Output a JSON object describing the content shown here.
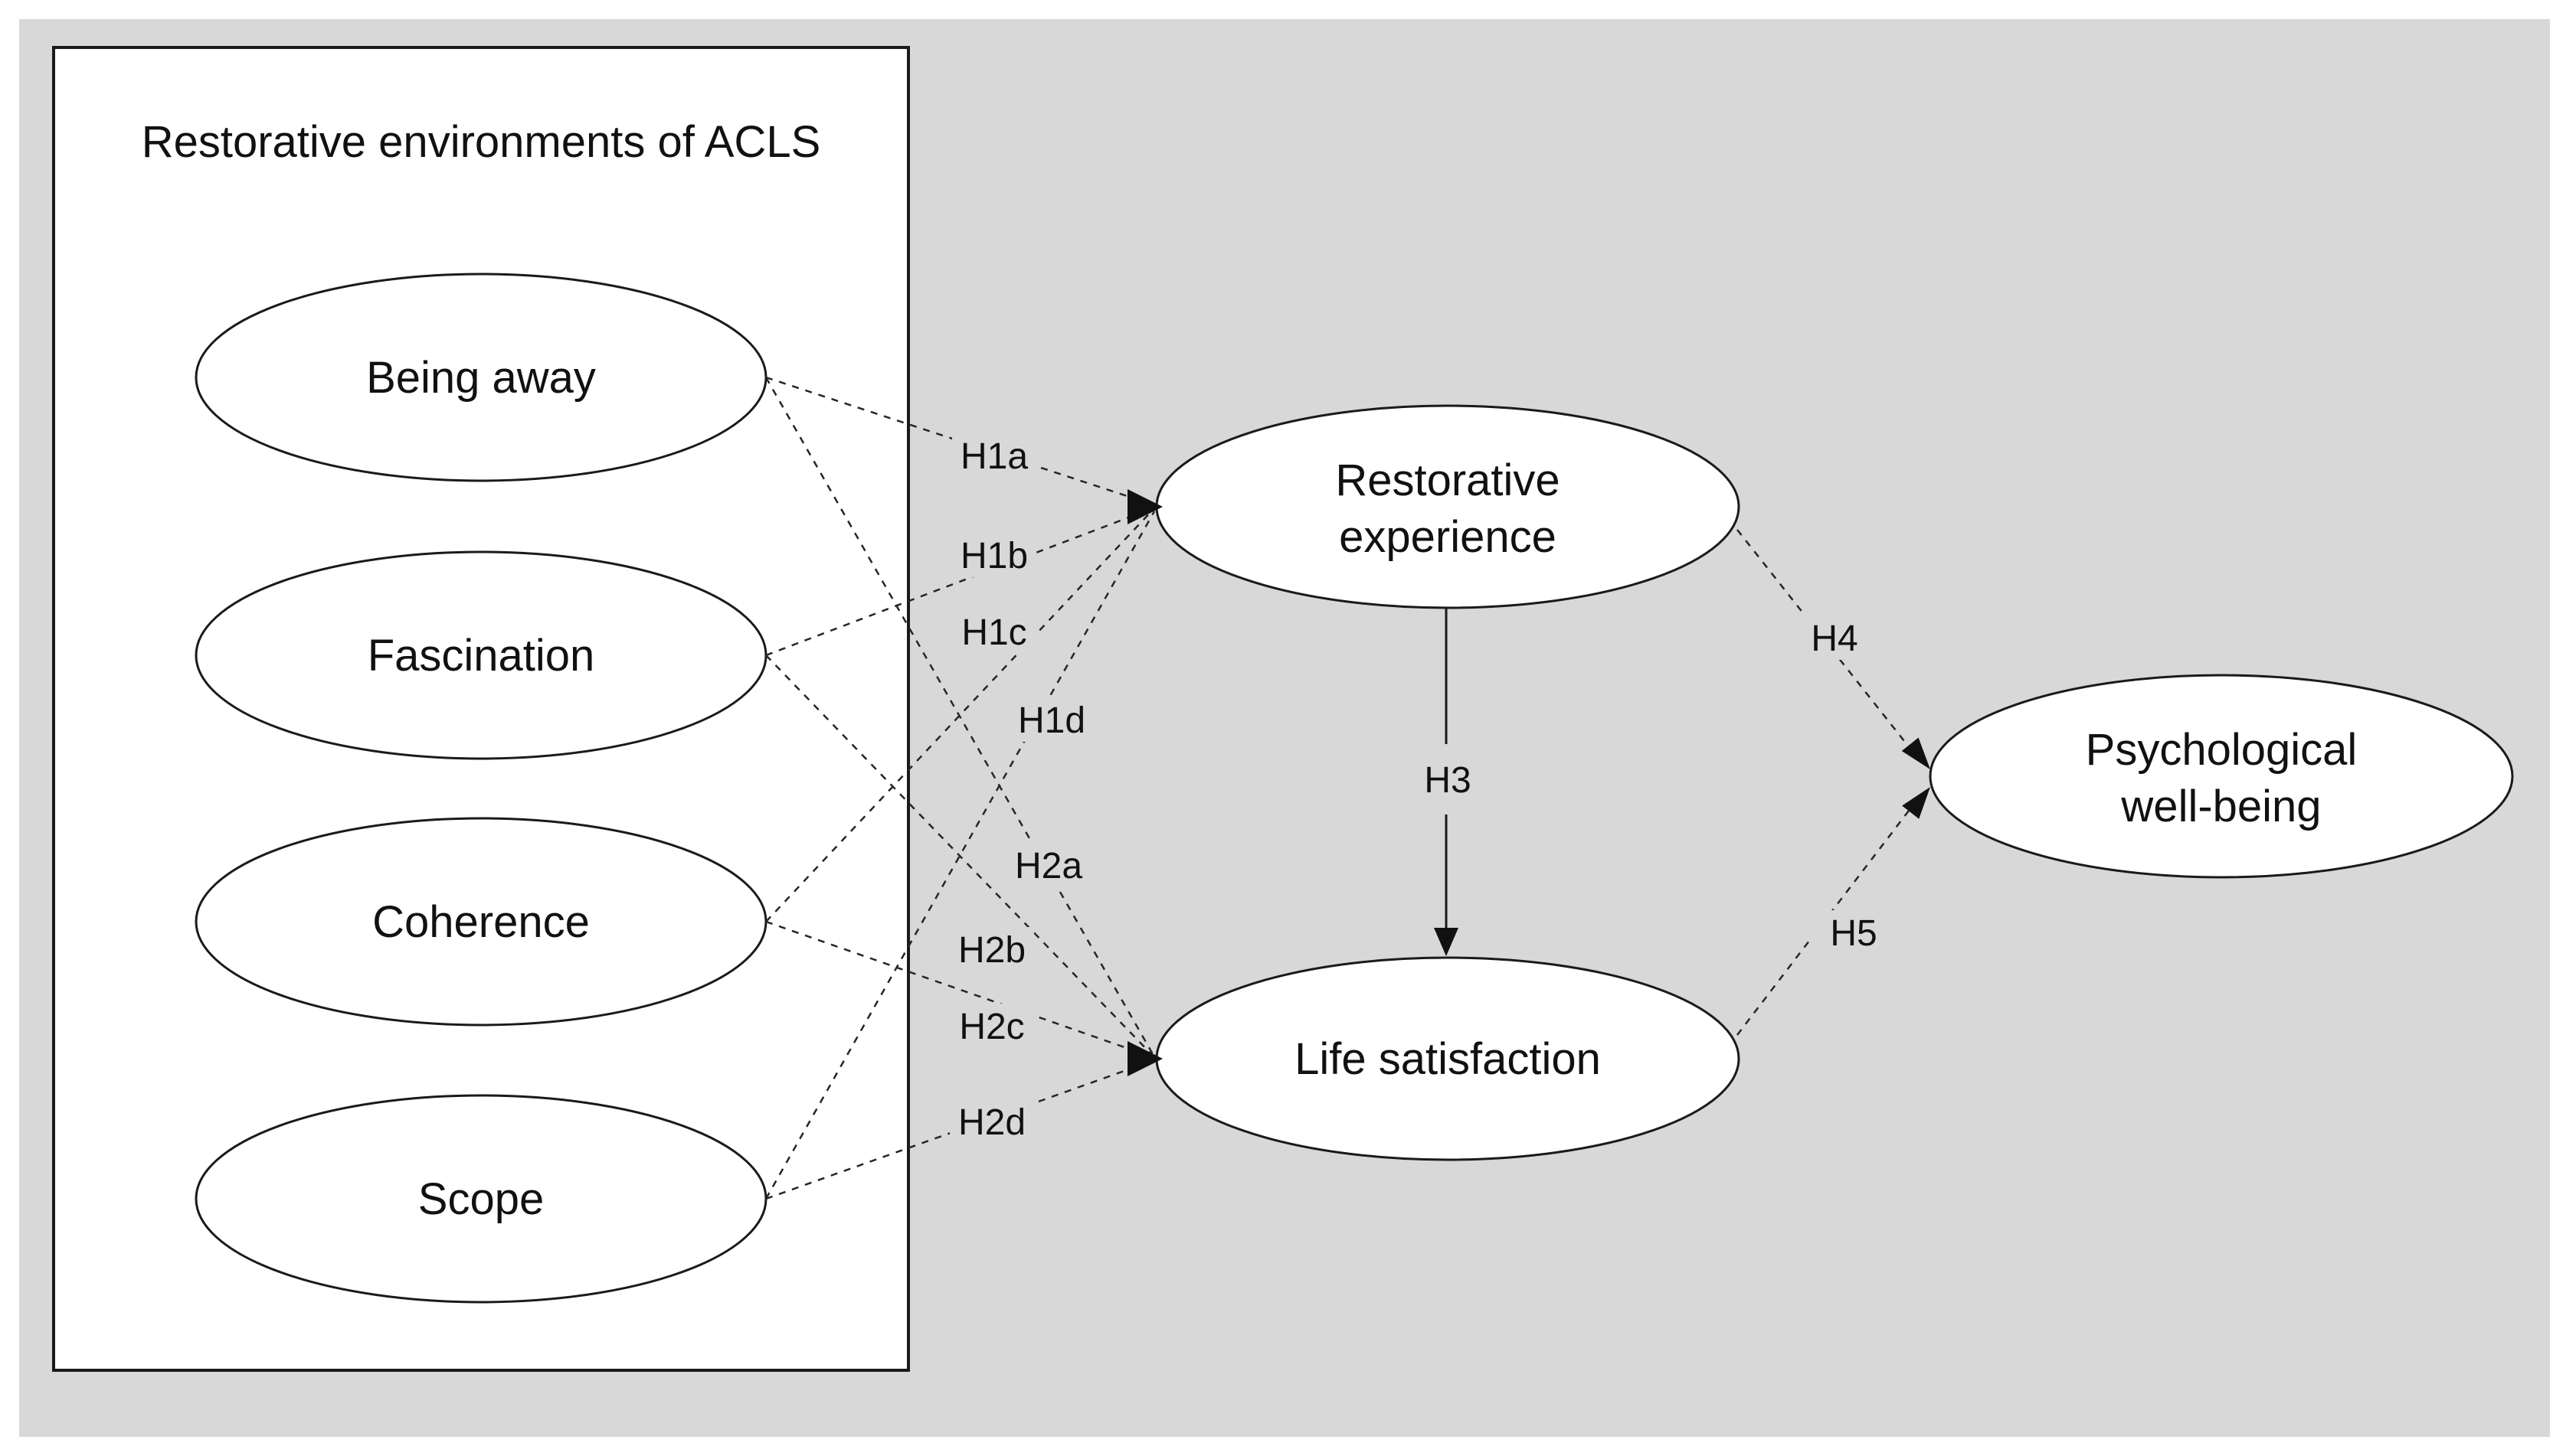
{
  "figure": {
    "type": "path-diagram",
    "box_title": "Restorative environments of ACLS",
    "colors": {
      "page_background": "#ffffff",
      "panel_background": "#d8d8d8",
      "node_fill": "#ffffff",
      "stroke": "#1a1a1a",
      "connector": "#262626"
    },
    "nodes": {
      "being_away": "Being away",
      "fascination": "Fascination",
      "coherence": "Coherence",
      "scope": "Scope",
      "restorative_experience_line1": "Restorative",
      "restorative_experience_line2": "experience",
      "life_satisfaction": "Life satisfaction",
      "psychological_well_being_line1": "Psychological",
      "psychological_well_being_line2": "well-being"
    },
    "edges": [
      {
        "label": "H1a",
        "from": "Being away",
        "to": "Restorative experience",
        "style": "dashed"
      },
      {
        "label": "H1b",
        "from": "Fascination",
        "to": "Restorative experience",
        "style": "dashed"
      },
      {
        "label": "H1c",
        "from": "Coherence",
        "to": "Restorative experience",
        "style": "dashed"
      },
      {
        "label": "H1d",
        "from": "Scope",
        "to": "Restorative experience",
        "style": "dashed"
      },
      {
        "label": "H2a",
        "from": "Being away",
        "to": "Life satisfaction",
        "style": "dashed"
      },
      {
        "label": "H2b",
        "from": "Fascination",
        "to": "Life satisfaction",
        "style": "dashed"
      },
      {
        "label": "H2c",
        "from": "Coherence",
        "to": "Life satisfaction",
        "style": "dashed"
      },
      {
        "label": "H2d",
        "from": "Scope",
        "to": "Life satisfaction",
        "style": "dashed"
      },
      {
        "label": "H3",
        "from": "Restorative experience",
        "to": "Life satisfaction",
        "style": "solid"
      },
      {
        "label": "H4",
        "from": "Restorative experience",
        "to": "Psychological well-being",
        "style": "dashed"
      },
      {
        "label": "H5",
        "from": "Life satisfaction",
        "to": "Psychological well-being",
        "style": "dashed"
      }
    ]
  }
}
